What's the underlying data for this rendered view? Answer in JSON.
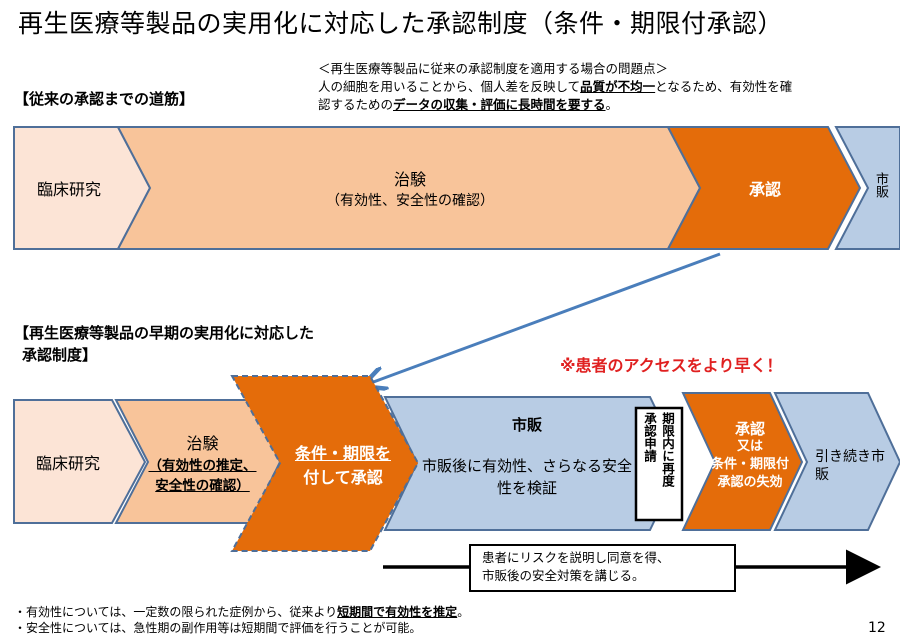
{
  "title": "再生医療等製品の実用化に対応した承認制度（条件・期限付承認）",
  "problem": {
    "heading": "＜再生医療等製品に従来の承認制度を適用する場合の問題点＞",
    "line1_a": "人の細胞を用いることから、個人差を反映して",
    "line1_u": "品質が不均一",
    "line1_b": "となるため、有効性を確",
    "line2_a": "認するための",
    "line2_u": "データの収集・評価に長時間を要する",
    "line2_b": "。"
  },
  "conventional": {
    "heading": "【従来の承認までの道筋】",
    "steps": [
      "臨床研究",
      "治験",
      "（有効性、安全性の確認）",
      "承認",
      "市販"
    ]
  },
  "early": {
    "heading_1": "【再生医療等製品の早期の実用化に対応した",
    "heading_2": "承認制度】",
    "callout": "※患者のアクセスをより早く！",
    "clinical": "臨床研究",
    "trial": "治験",
    "trial_sub1": "（有効性の推定、",
    "trial_sub2": "安全性の確認）",
    "conditional_1": "条件・期限を",
    "conditional_2": "付して承認",
    "market": "市販",
    "market_sub": "市販後に有効性、さらなる安全性を検証",
    "reapply_col1": "期限内に再度",
    "reapply_col2": "承認申請",
    "approval": "承認",
    "approval_or": "又は",
    "approval_lapse_1": "条件・期限付",
    "approval_lapse_2": "承認の失効",
    "continue": "引き続き市販",
    "risk_note_1": "患者にリスクを説明し同意を得、",
    "risk_note_2": "市販後の安全対策を講じる。"
  },
  "footnotes": {
    "line1_a": "・有効性については、一定数の限られた症例から、従来より",
    "line1_u": "短期間で有効性を推定",
    "line1_b": "。",
    "line2": "・安全性については、急性期の副作用等は短期間で評価を行うことが可能。"
  },
  "page_number": "12",
  "colors": {
    "peach_light": "#fce4d6",
    "peach": "#f8c49a",
    "orange": "#e46c0a",
    "blue": "#b8cce4",
    "border": "#4f6f99",
    "red": "#e02020"
  }
}
